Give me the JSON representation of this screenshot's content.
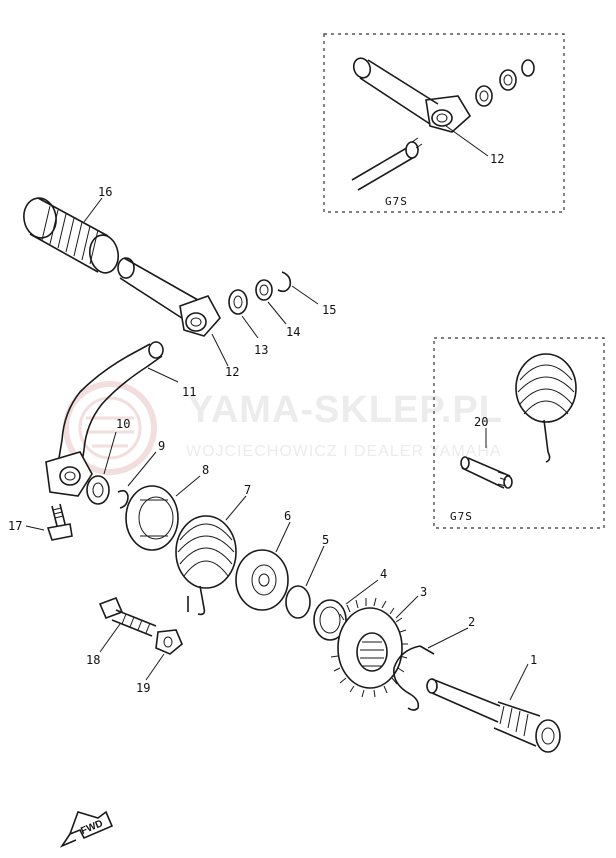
{
  "watermark": {
    "brand": "YAMA-SKLEP.PL",
    "tagline": "WOJCIECHOWICZ I DEALER YAMAHA"
  },
  "inset_boxes": {
    "top_caption": "G7S",
    "right_caption": "G7S"
  },
  "part_labels": {
    "p1": "1",
    "p2": "2",
    "p3": "3",
    "p4": "4",
    "p5": "5",
    "p6": "6",
    "p7": "7",
    "p8": "8",
    "p9": "9",
    "p10": "10",
    "p11": "11",
    "p12": "12",
    "p12_inset": "12",
    "p13": "13",
    "p14": "14",
    "p15": "15",
    "p16": "16",
    "p17": "17",
    "p18": "18",
    "p19": "19",
    "p20": "20"
  },
  "fwd_arrow": "FWD",
  "colors": {
    "ink": "#1a1a1a",
    "watermark": "#ececec",
    "watermark_logo": "#f2dede"
  }
}
